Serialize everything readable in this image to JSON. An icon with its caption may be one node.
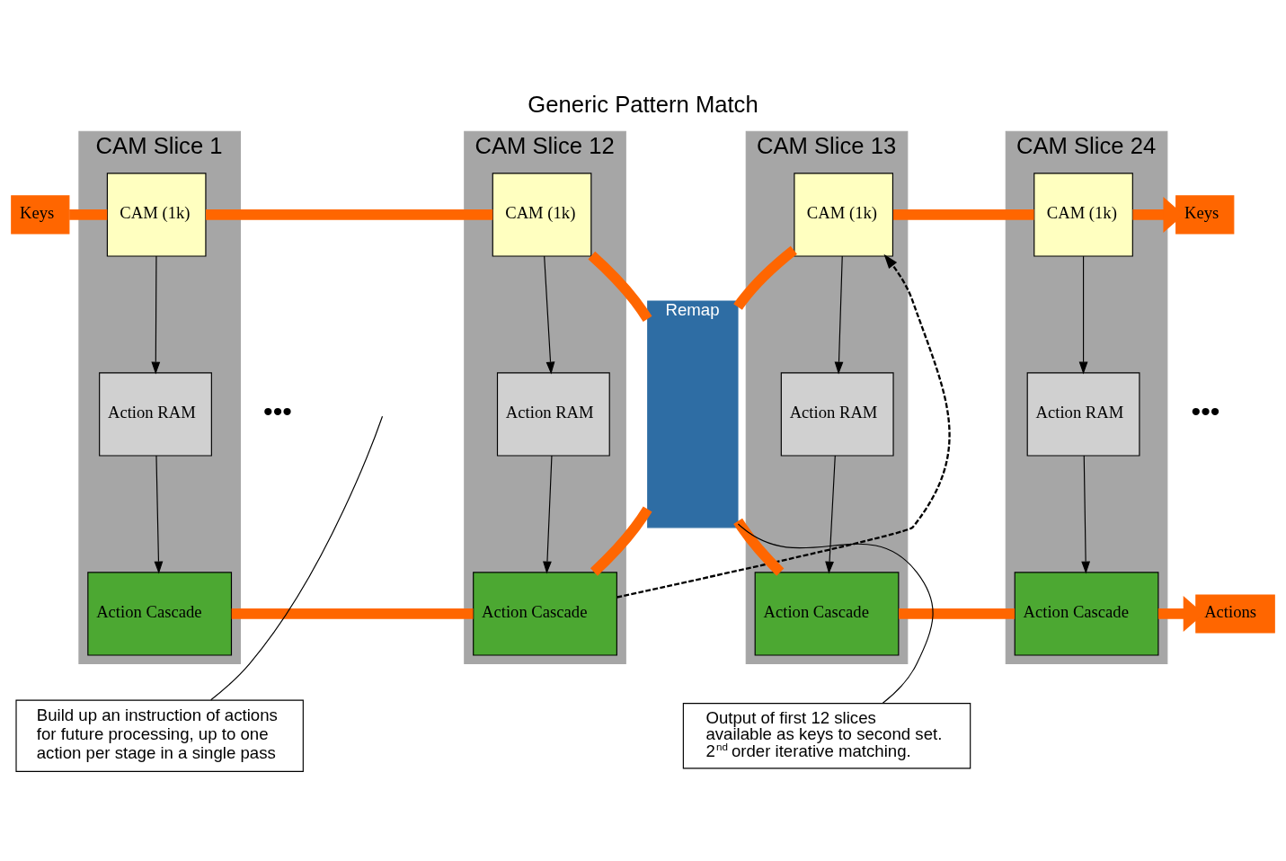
{
  "diagram": {
    "title": "Generic Pattern Match",
    "nodes": [
      {
        "text": [
          "CAM Slice 1"
        ]
      },
      {
        "text": [
          "CAM (1k)"
        ],
        "in": 0
      },
      {
        "text": [
          "Action RAM"
        ],
        "in": 0
      },
      {
        "text": [
          "Action Cascade"
        ],
        "in": 0
      },
      {
        "text": [
          "CAM Slice 12"
        ]
      },
      {
        "text": [
          "CAM (1k)"
        ],
        "in": 4
      },
      {
        "text": [
          "Action RAM"
        ],
        "in": 4
      },
      {
        "text": [
          "Action Cascade"
        ],
        "in": 4
      },
      {
        "text": [
          "Remap"
        ]
      },
      {
        "text": [
          "CAM Slice 13"
        ]
      },
      {
        "text": [
          "CAM (1k)"
        ],
        "in": 9
      },
      {
        "text": [
          "Action RAM"
        ],
        "in": 9
      },
      {
        "text": [
          "Action Cascade"
        ],
        "in": 9
      },
      {
        "text": [
          "CAM Slice 24"
        ]
      },
      {
        "text": [
          "CAM (1k)"
        ],
        "in": 13
      },
      {
        "text": [
          "Action RAM"
        ],
        "in": 13
      },
      {
        "text": [
          "Action Cascade"
        ],
        "in": 13
      },
      {
        "text": [
          "Keys"
        ]
      },
      {
        "text": [
          "Keys"
        ]
      },
      {
        "text": [
          "Actions"
        ]
      },
      {
        "text": [
          "Build up an instruction of actions for future processing, up to one action per stage in a single pass"
        ]
      },
      {
        "text": [
          "Output of first 12 slices available as keys to second set. 2$^{nd}$ order iterative matching."
        ]
      }
    ],
    "edges": [
      {
        "from": 17,
        "to": 1,
        "arrow": "none",
        "style": "thick",
        "color": "#ff6600"
      },
      {
        "from": 1,
        "to": 5,
        "arrow": "none",
        "style": "thick",
        "color": "#ff6600"
      },
      {
        "from": 5,
        "to": 8,
        "arrow": "none",
        "style": "thick",
        "color": "#ff6600"
      },
      {
        "from": 8,
        "to": 10,
        "arrow": "none",
        "style": "thick",
        "color": "#ff6600"
      },
      {
        "from": 10,
        "to": 14,
        "arrow": "none",
        "style": "thick",
        "color": "#ff6600"
      },
      {
        "from": 14,
        "to": 18,
        "arrow": "to",
        "style": "thick",
        "color": "#ff6600"
      },
      {
        "from": 3,
        "to": 7,
        "arrow": "none",
        "style": "thick",
        "color": "#ff6600"
      },
      {
        "from": 7,
        "to": 8,
        "arrow": "none",
        "style": "thick",
        "color": "#ff6600"
      },
      {
        "from": 8,
        "to": 12,
        "arrow": "none",
        "style": "thick",
        "color": "#ff6600"
      },
      {
        "from": 12,
        "to": 16,
        "arrow": "none",
        "style": "thick",
        "color": "#ff6600"
      },
      {
        "from": 16,
        "to": 19,
        "arrow": "to",
        "style": "thick",
        "color": "#ff6600"
      },
      {
        "from": 7,
        "to": 10,
        "arrow": "to",
        "style": "dashed",
        "color": "#000000"
      },
      {
        "from": 1,
        "to": 2,
        "arrow": "to",
        "color": "#000000"
      },
      {
        "from": 2,
        "to": 3,
        "arrow": "to",
        "color": "#000000"
      },
      {
        "from": 5,
        "to": 6,
        "arrow": "to",
        "color": "#000000"
      },
      {
        "from": 6,
        "to": 7,
        "arrow": "to",
        "color": "#000000"
      },
      {
        "from": 10,
        "to": 11,
        "arrow": "to",
        "color": "#000000"
      },
      {
        "from": 11,
        "to": 12,
        "arrow": "to",
        "color": "#000000"
      },
      {
        "from": 14,
        "to": 15,
        "arrow": "to",
        "color": "#000000"
      },
      {
        "from": 15,
        "to": 16,
        "arrow": "to",
        "color": "#000000"
      },
      {
        "from": 20,
        "to": null,
        "arrow": "none",
        "color": "#000000"
      },
      {
        "from": 21,
        "to": 8,
        "arrow": "none",
        "color": "#000000"
      }
    ],
    "labels": [
      "•••",
      "•••"
    ]
  }
}
